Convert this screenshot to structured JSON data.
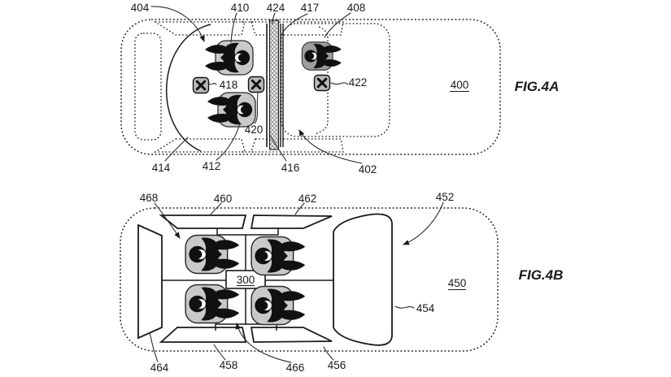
{
  "fig4a": {
    "title": "FIG.4A",
    "vehicle_ref": "400",
    "labels": {
      "c404": "404",
      "c410": "410",
      "c424": "424",
      "c417": "417",
      "c408": "408",
      "c418": "418",
      "c422": "422",
      "c420": "420",
      "c414": "414",
      "c412": "412",
      "c416": "416",
      "c402": "402"
    }
  },
  "fig4b": {
    "title": "FIG.4B",
    "vehicle_ref": "450",
    "console_ref": "300",
    "labels": {
      "c468": "468",
      "c460": "460",
      "c462": "462",
      "c452": "452",
      "c454": "454",
      "c464": "464",
      "c458": "458",
      "c466": "466",
      "c456": "456"
    }
  },
  "colors": {
    "ink": "#1a1a1a",
    "seat_light": "#c9c9c9",
    "seat_dark": "#9e9e9e",
    "figure_dark": "#111111",
    "sensor_fill": "#b9b9b9",
    "partition_fill": "#ececec"
  }
}
